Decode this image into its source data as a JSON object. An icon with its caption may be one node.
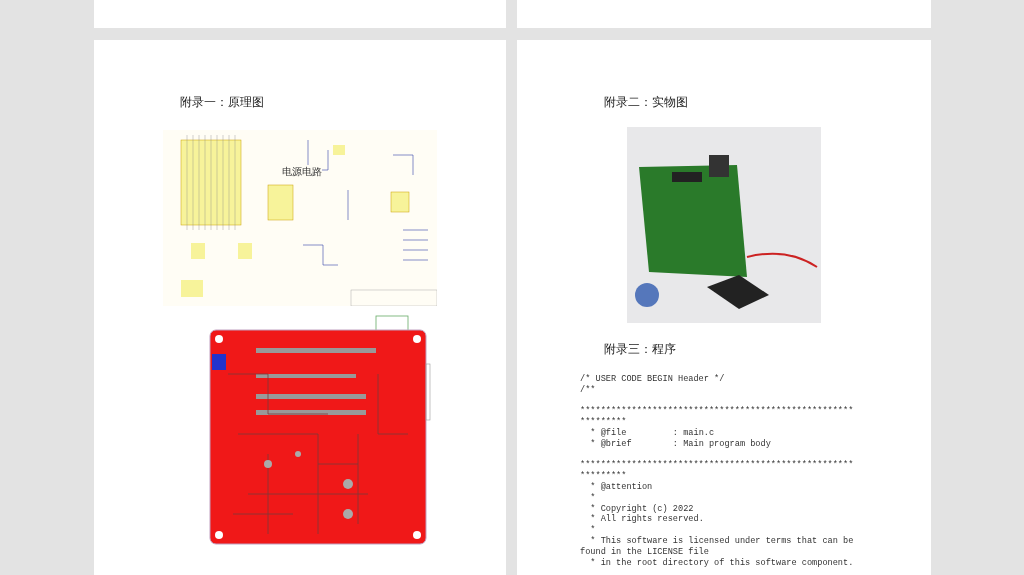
{
  "diagram": {
    "labels": [
      "附录一：原理图",
      "电源电路",
      "附录二：实物图",
      "附录三：程序",
      "/* USER CODE BEGIN Header */",
      "/**",
      "*****************************************************",
      "*********",
      "  * @file         : main.c",
      "  * @brief        : Main program body",
      "*****************************************************",
      "*********",
      "  * @attention",
      "  *",
      "  * Copyright (c) 2022",
      "  * All rights reserved.",
      "  *",
      "  * This software is licensed under terms that can be found in the LICENSE file",
      "  * in the root directory of this software component."
    ]
  }
}
